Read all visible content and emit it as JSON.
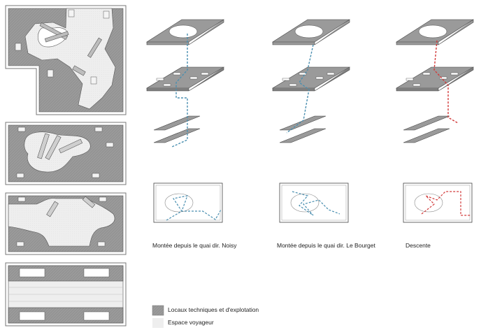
{
  "colors": {
    "technical": "#9a9a9a",
    "technical_dark": "#8d8d8d",
    "traveller": "#eeeeee",
    "outline": "#555555",
    "ascent_route": "#4a8fb0",
    "descent_route": "#d23a3a"
  },
  "scenarios": [
    {
      "id": "noisy",
      "caption": "Montée depuis le quai dir. Noisy",
      "route_color": "#4a8fb0"
    },
    {
      "id": "bourget",
      "caption": "Montée depuis le quai dir. Le Bourget",
      "route_color": "#4a8fb0"
    },
    {
      "id": "descente",
      "caption": "Descente",
      "route_color": "#d23a3a"
    }
  ],
  "legend": [
    {
      "label": "Locaux techniques et d'explotation",
      "color": "#9a9a9a"
    },
    {
      "label": "Espace voyageur",
      "color": "#eeeeee"
    }
  ]
}
